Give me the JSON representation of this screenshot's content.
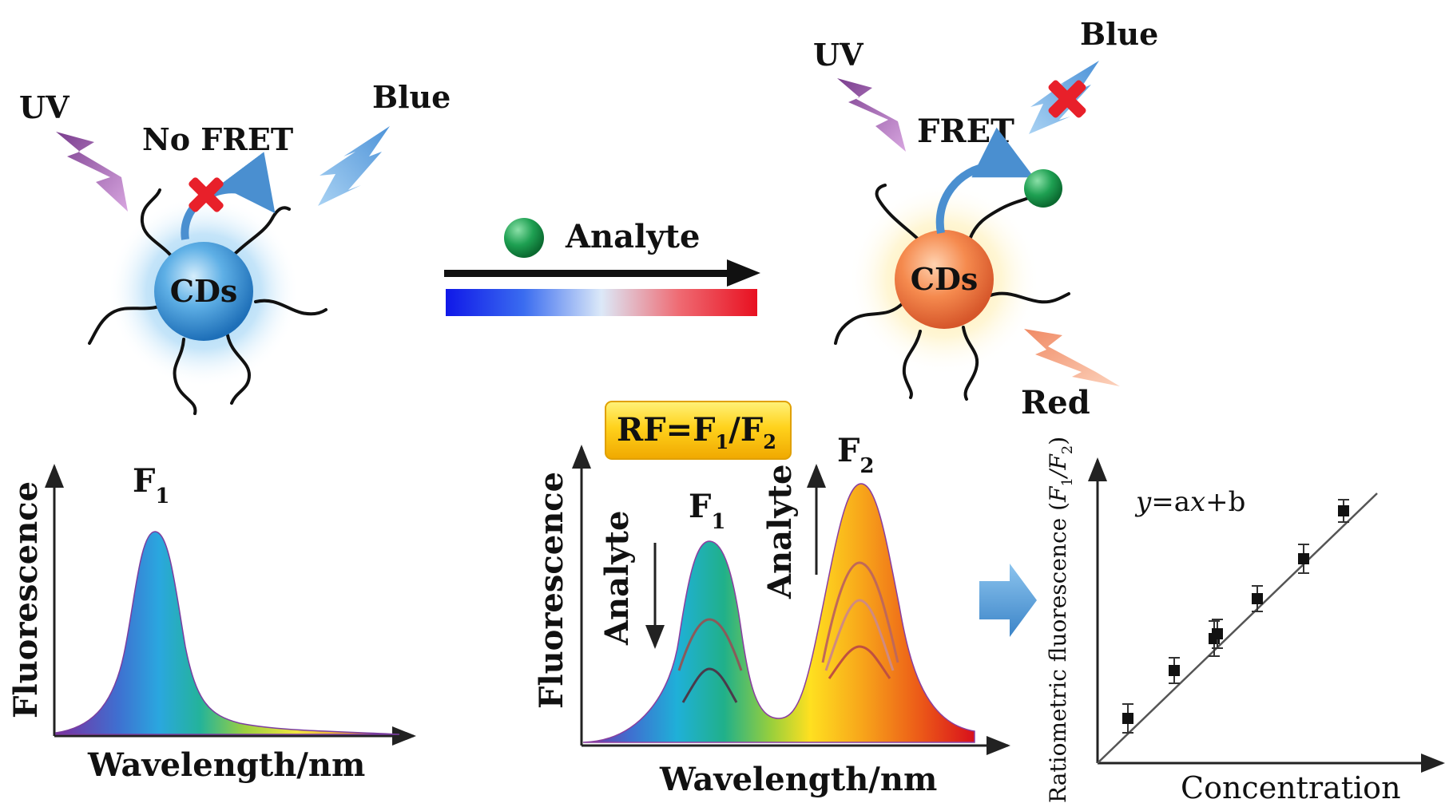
{
  "left_panel": {
    "uv_label": "UV",
    "blue_label": "Blue",
    "fret_label": "No FRET",
    "particle_label": "CDs"
  },
  "middle": {
    "analyte_label": "Analyte"
  },
  "right_panel": {
    "uv_label": "UV",
    "blue_label": "Blue",
    "fret_label": "FRET",
    "particle_label": "CDs",
    "red_label": "Red"
  },
  "plot_left": {
    "ylabel": "Fluorescence",
    "xlabel": "Wavelength/nm",
    "peak_label": "F",
    "peak_sub": "1"
  },
  "plot_middle": {
    "ylabel": "Fluorescence",
    "xlabel": "Wavelength/nm",
    "ratio_box": {
      "main": "RF=F",
      "sub1": "1",
      "slash": "/F",
      "sub2": "2"
    },
    "peak1_label": "F",
    "peak1_sub": "1",
    "peak2_label": "F",
    "peak2_sub": "2",
    "analyte_down": "Analyte",
    "analyte_up": "Analyte"
  },
  "plot_right": {
    "ylabel_main": "Ratiometric fluorescence (",
    "ylabel_f": "F",
    "ylabel_sub1": "1",
    "ylabel_slash": "/F",
    "ylabel_sub2": "2",
    "ylabel_close": ")",
    "xlabel": "Concentration",
    "equation": {
      "y": "y",
      "eq": "=a",
      "x": "x",
      "rest": "+b"
    }
  },
  "colors": {
    "blue_particle": "#5aa9e0",
    "orange_particle": "#f07a3c",
    "analyte_ball": "#1a9a4a",
    "uv_bolt": "#9c5ca8",
    "blue_bolt": "#7fb6e6",
    "red_bolt": "#f2a07a",
    "cross": "#e8202a"
  }
}
